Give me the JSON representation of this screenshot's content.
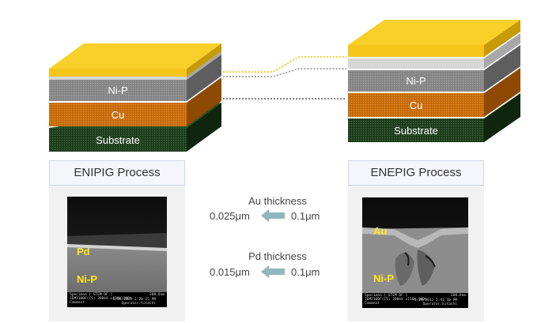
{
  "left": {
    "layers": {
      "nip": "Ni-P",
      "cu": "Cu",
      "substrate": "Substrate"
    },
    "title": "ENIPIG Process",
    "sem": {
      "labels": {
        "pd": "Pd",
        "nip": "Ni-P"
      },
      "footer": {
        "line1": "Specimen [ STEM DF ]",
        "line2": "JEM2100F(CS) 200kV x150k 100%",
        "line3": "Comment",
        "scale": "200.0nm",
        "date": "5/26/2012 2:20:15 PM",
        "operator": "Operator:hitachi"
      }
    }
  },
  "right": {
    "layers": {
      "nip": "Ni-P",
      "cu": "Cu",
      "substrate": "Substrate"
    },
    "title": "ENEPIG Process",
    "sem": {
      "labels": {
        "au": "Au",
        "nip": "Ni-P"
      },
      "footer": {
        "line1": "Specimen [ STEM DF ]",
        "line2": "JEM2100F(CS) 200kV x150k 100%",
        "line3": "Comment",
        "scale": "200.0nm",
        "date": "5/26/2012 2:41:10 PM",
        "operator": "Operator:hitachi"
      }
    }
  },
  "comparison": {
    "au": {
      "label": "Au thickness",
      "left_value": "0.025μm",
      "right_value": "0.1μm"
    },
    "pd": {
      "label": "Pd thickness",
      "left_value": "0.015μm",
      "right_value": "0.1μm"
    }
  },
  "colors": {
    "gold": "#f5c51c",
    "silver": "#d6d6d6",
    "nickel": "#858585",
    "copper": "#c86a06",
    "substrate": "#1a3c18",
    "arrow": "#8fb8bd"
  }
}
